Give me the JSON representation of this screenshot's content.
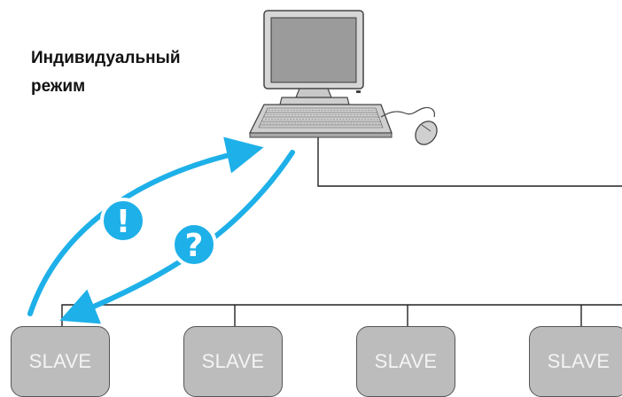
{
  "mode_label": {
    "line1": "Индивидуальный",
    "line2": "режим"
  },
  "symbols": {
    "exclamation": "!",
    "question": "?",
    "color": "#1eb0e8"
  },
  "slaves": [
    {
      "label": "SLAVE"
    },
    {
      "label": "SLAVE"
    },
    {
      "label": "SLAVE"
    },
    {
      "label": "SLAVE"
    }
  ],
  "icons": [
    "computer-monitor-icon",
    "keyboard-icon",
    "mouse-icon"
  ]
}
